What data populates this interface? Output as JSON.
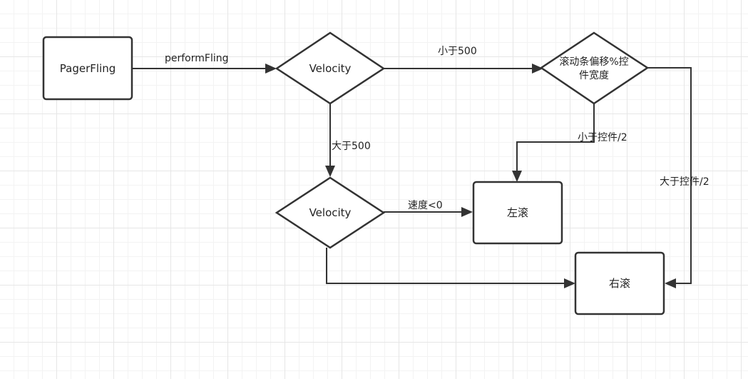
{
  "diagram": {
    "colors": {
      "stroke": "#333333",
      "fill": "#ffffff",
      "text": "#222222",
      "grid": "#e6e6e6"
    },
    "nodes": {
      "pager_fling": {
        "label": "PagerFling"
      },
      "velocity_top": {
        "label": "Velocity"
      },
      "scroll_check": {
        "label_line1": "滚动条偏移%控",
        "label_line2": "件宽度"
      },
      "velocity_bottom": {
        "label": "Velocity"
      },
      "scroll_left": {
        "label": "左滚"
      },
      "scroll_right": {
        "label": "右滚"
      }
    },
    "edges": {
      "perform_fling": {
        "label": "performFling"
      },
      "less_than_500": {
        "label": "小于500"
      },
      "greater_than_500": {
        "label": "大于500"
      },
      "less_than_half": {
        "label": "小于控件/2"
      },
      "greater_than_half": {
        "label": "大于控件/2"
      },
      "speed_negative": {
        "label": "速度<0"
      },
      "velocity_to_right": {
        "label": ""
      }
    }
  }
}
